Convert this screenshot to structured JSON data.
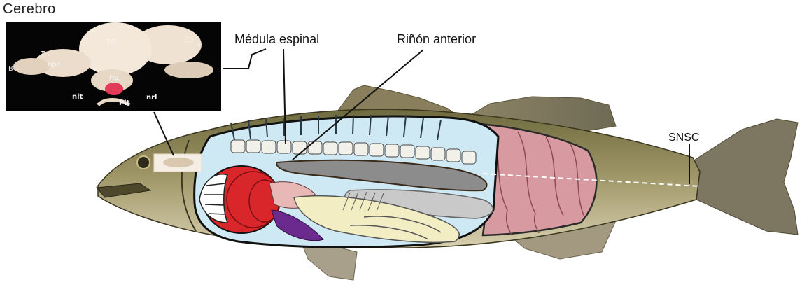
{
  "brain_panel": {
    "title": "Cerebro",
    "labels": {
      "to": "TO",
      "cb": "Cb",
      "bo": "BO",
      "t": "T",
      "npo": "npo",
      "hp": "Hp",
      "nlt": "nlt",
      "nrl": "nrl",
      "pit": "Pit"
    }
  },
  "callouts": {
    "spinal_cord": "Médula espinal",
    "anterior_kidney": "Riñón anterior",
    "snsc": "SNSC"
  },
  "colors": {
    "body_cavity": "#cfe9f4",
    "heart": "#d8262b",
    "liver": "#e7b8b6",
    "spleen": "#6a2a8e",
    "intestine": "#f3edc4",
    "kidney": "#8c8c8c",
    "swim_bladder": "#c9c9c9",
    "muscle": "#d69aa0"
  }
}
